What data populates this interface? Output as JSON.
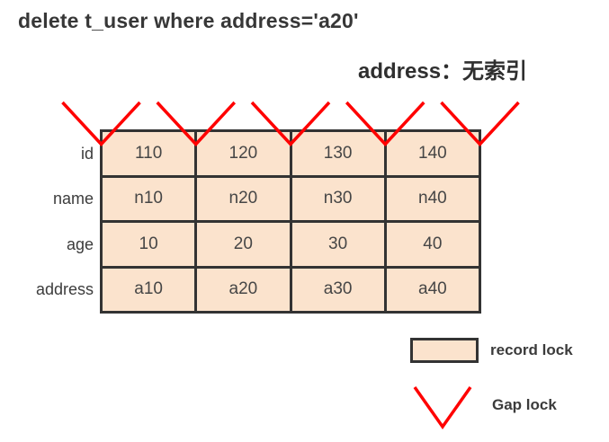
{
  "title": "delete t_user where address='a20'",
  "subtitle": "address：无索引",
  "table": {
    "rows": [
      {
        "label": "id",
        "cells": [
          "110",
          "120",
          "130",
          "140"
        ]
      },
      {
        "label": "name",
        "cells": [
          "n10",
          "n20",
          "n30",
          "n40"
        ]
      },
      {
        "label": "age",
        "cells": [
          "10",
          "20",
          "30",
          "40"
        ]
      },
      {
        "label": "address",
        "cells": [
          "a10",
          "a20",
          "a30",
          "a40"
        ]
      }
    ]
  },
  "diagram": {
    "gap_lock_count": 5
  },
  "legend": {
    "record_lock_label": "record lock",
    "gap_lock_label": "Gap lock"
  },
  "colors": {
    "record_lock_fill": "#fbe3cd",
    "table_border": "#333333",
    "gap_lock_red": "#ff0000",
    "text": "#3b3b3b"
  }
}
